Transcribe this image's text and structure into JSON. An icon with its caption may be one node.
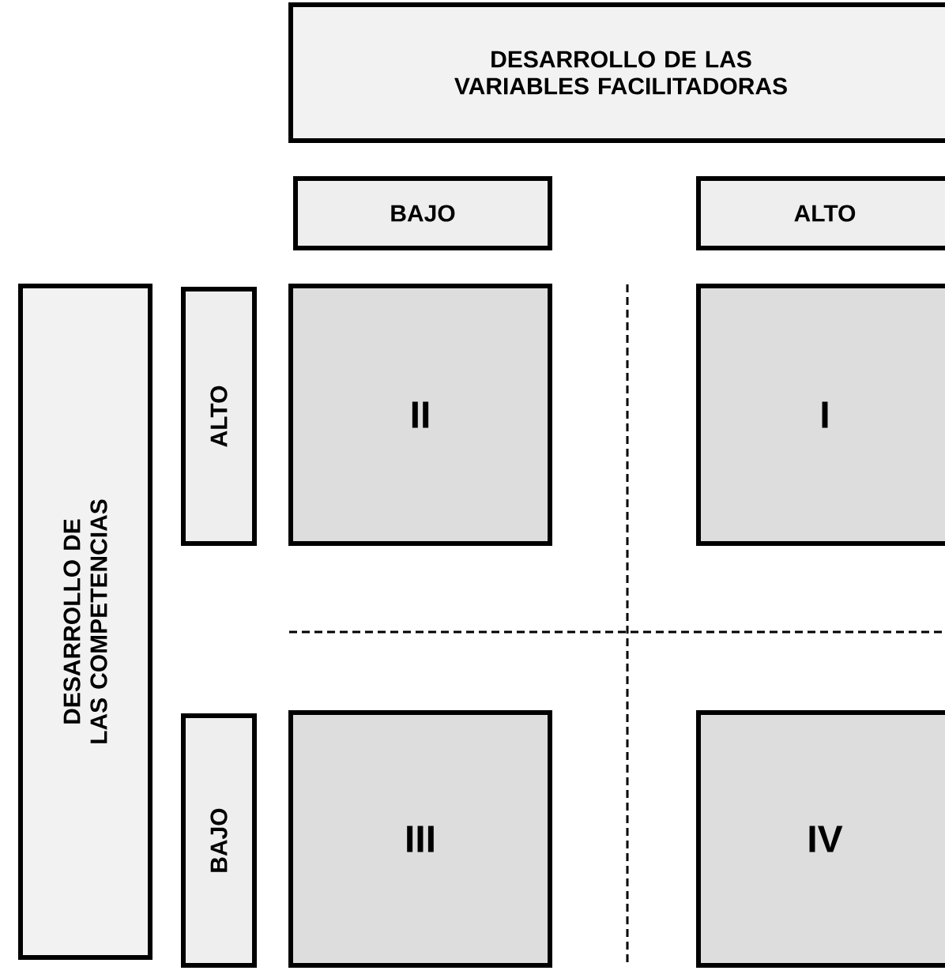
{
  "diagram": {
    "nodes": [
      {
        "text": [
          "DESARROLLO DE LAS VARIABLES FACILITADORAS"
        ]
      },
      {
        "text": [
          "BAJO"
        ]
      },
      {
        "text": [
          "ALTO"
        ]
      },
      {
        "text": [
          "DESARROLLO DE LAS COMPETENCIAS"
        ]
      },
      {
        "text": [
          "ALTO"
        ]
      },
      {
        "text": [
          "II"
        ]
      },
      {
        "text": [
          "I"
        ]
      },
      {
        "text": [
          "BAJO"
        ]
      },
      {
        "text": [
          "III"
        ]
      },
      {
        "text": [
          "IV"
        ]
      }
    ]
  }
}
